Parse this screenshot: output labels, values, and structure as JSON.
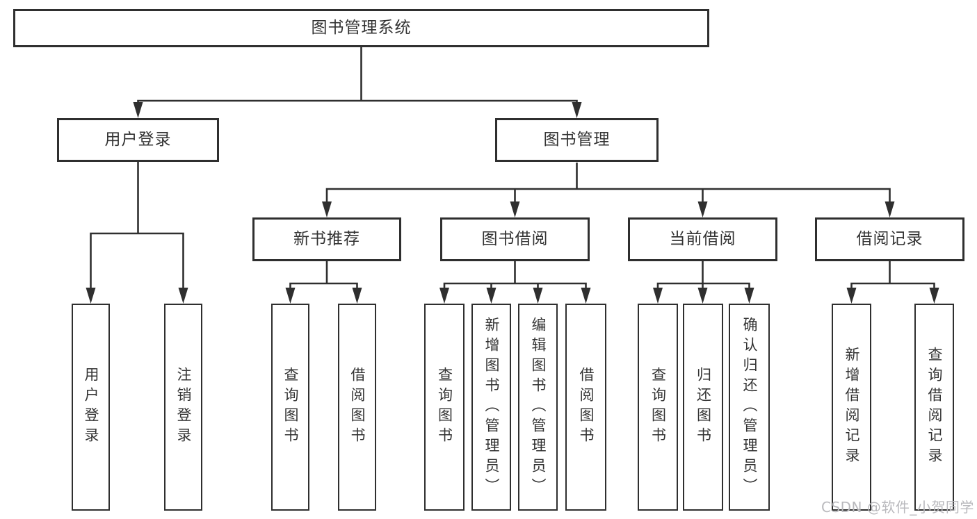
{
  "diagram": {
    "root": "图书管理系统",
    "level2": {
      "user_login": "用户登录",
      "book_mgmt": "图书管理"
    },
    "user_login_children": [
      "用户登录",
      "注销登录"
    ],
    "modules": [
      {
        "label": "新书推荐",
        "children": [
          "查询图书",
          "借阅图书"
        ]
      },
      {
        "label": "图书借阅",
        "children": [
          "查询图书",
          "新增图书（管理员）",
          "编辑图书（管理员）",
          "借阅图书"
        ]
      },
      {
        "label": "当前借阅",
        "children": [
          "查询图书",
          "归还图书",
          "确认归还（管理员）"
        ]
      },
      {
        "label": "借阅记录",
        "children": [
          "新增借阅记录",
          "查询借阅记录"
        ]
      }
    ],
    "watermark": "CSDN @软件_小贺同学",
    "colors": {
      "line": "#2f2f2f",
      "box_border": "#2f2f2f",
      "text": "#333333",
      "watermark": "#b9b9bd",
      "background": "#ffffff"
    }
  }
}
